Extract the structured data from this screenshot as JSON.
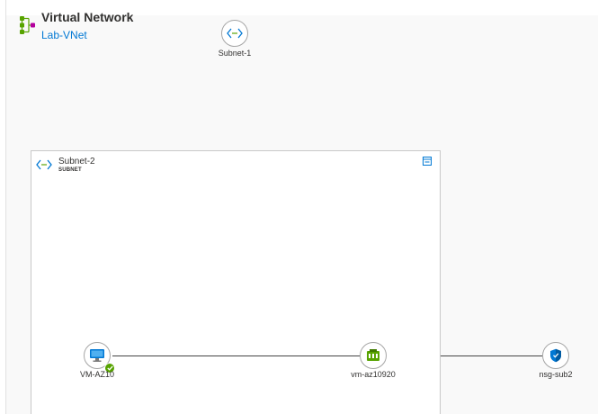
{
  "header": {
    "title": "Virtual Network",
    "vnet_name": "Lab-VNet"
  },
  "nodes": {
    "subnet1": {
      "label": "Subnet-1",
      "icon": "subnet-icon"
    },
    "vm_az10": {
      "label": "VM-AZ10",
      "icon": "virtual-machine-icon",
      "status": "check-icon"
    },
    "nic": {
      "label": "vm-az10920",
      "icon": "network-interface-icon"
    },
    "nsg": {
      "label": "nsg-sub2",
      "icon": "shield-icon"
    }
  },
  "subnet2": {
    "title": "Subnet-2",
    "type_label": "SUBNET",
    "icon": "subnet-icon"
  },
  "colors": {
    "link": "#0078d4",
    "status_ok": "#57a300",
    "subnet_icon": "#0078d4"
  }
}
